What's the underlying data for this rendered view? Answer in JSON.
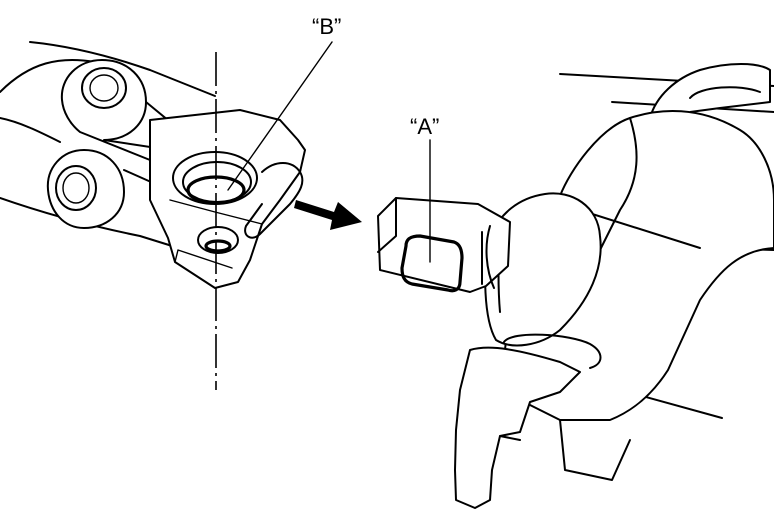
{
  "figure": {
    "labels": {
      "a": "“A”",
      "b": "“B”"
    },
    "arrow_direction": "right",
    "colors": {
      "line": "#000000",
      "background": "#ffffff"
    }
  }
}
